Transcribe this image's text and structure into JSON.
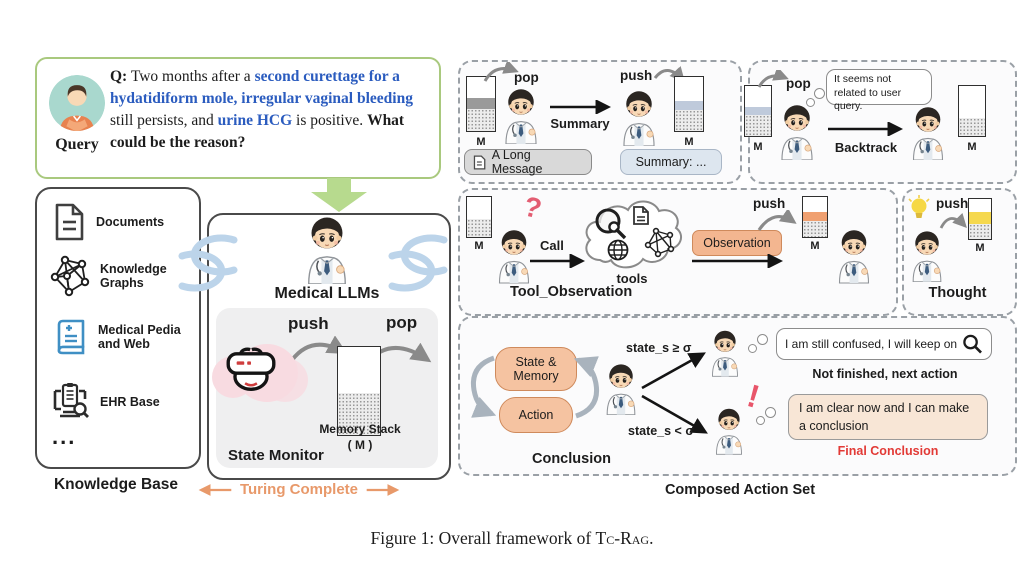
{
  "figure": {
    "caption_prefix": "Figure 1: Overall framework of ",
    "caption_name": "Tc-Rag",
    "caption_suffix": "."
  },
  "query": {
    "label": "Query",
    "q": "Q:",
    "t1": " Two months after a ",
    "h1": "second curettage for a hydatidiform mole, irregular vaginal bleeding",
    "t2": " still persists, and ",
    "h2": "urine HCG",
    "t3": " is positive. ",
    "t4": "What could be the reason?"
  },
  "knowledge_base": {
    "title": "Knowledge Base",
    "items": [
      {
        "icon": "document-icon",
        "label": "Documents"
      },
      {
        "icon": "knowledge-graph-icon",
        "label": "Knowledge Graphs"
      },
      {
        "icon": "medical-book-icon",
        "label": "Medical Pedia and Web"
      },
      {
        "icon": "ehr-icon",
        "label": "EHR Base"
      },
      {
        "icon": "ellipsis",
        "label": "..."
      }
    ]
  },
  "state_monitor": {
    "model_label": "Medical LLMs",
    "push": "push",
    "pop": "pop",
    "stack_caption": "Memory Stack",
    "stack_m": "( M )",
    "title": "State Monitor",
    "turing_label": "Turing Complete"
  },
  "common": {
    "m": "M",
    "push": "push",
    "pop": "pop"
  },
  "actions": {
    "set_label": "Composed Action Set",
    "summary": {
      "arrow_label": "Summary",
      "input_box": "A Long Message",
      "output_box": "Summary: ..."
    },
    "backtrack": {
      "bubble": "It seems not related to user query.",
      "label": "Backtrack"
    },
    "tool": {
      "question": "?",
      "call": "Call",
      "tools": "tools",
      "observation": "Observation",
      "title": "Tool_Observation"
    },
    "thought": {
      "title": "Thought"
    },
    "conclusion": {
      "state_memory": "State & Memory",
      "action": "Action",
      "cond_continue": "state_s ≥ σ",
      "cond_stop": "state_s < σ",
      "bubble_continue": "I am still confused, I will keep on",
      "note_continue": "Not finished, next action",
      "bubble_stop": "I am clear now and I can make a conclusion",
      "note_stop": "Final Conclusion",
      "exclaim": "!",
      "title": "Conclusion"
    }
  },
  "colors": {
    "query_border": "#a9c97e",
    "highlight_blue": "#2b5cbf",
    "arrow_green": "#b7da8e",
    "turing_orange": "#e8996a",
    "observation_fill": "#f3b690",
    "state_memory_fill": "#f5c3a1",
    "final_red": "#e23a36",
    "sync_blue": "#bcd4ea",
    "stack_gray": "#9a9a9a",
    "stack_blue": "#bfcadb",
    "stack_orange": "#f0a070",
    "stack_yellow": "#f5d84e"
  }
}
